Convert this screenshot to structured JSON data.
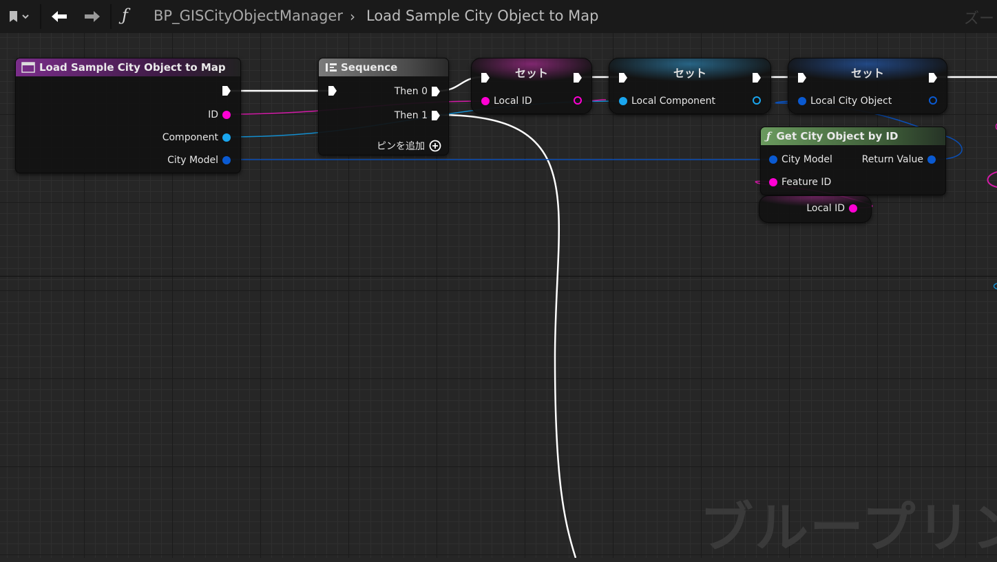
{
  "toolbar": {
    "bookmark_icon": "bookmark-icon",
    "back_icon": "arrow-left-icon",
    "forward_icon": "arrow-right-icon",
    "function_icon_glyph": "ƒ",
    "breadcrumb_parent": "BP_GISCityObjectManager",
    "breadcrumb_separator": "›",
    "breadcrumb_current": "Load Sample City Object to Map",
    "zoom_label": "ズー"
  },
  "watermark": "ブループリン",
  "colors": {
    "exec": "#ffffff",
    "int_pin": "#ff00d4",
    "component_pin": "#1aa6ef",
    "object_pin": "#0a5ad2",
    "entry_header": "#7a2d8a",
    "sequence_header": "#6a6a6a",
    "function_header": "#5f8a55"
  },
  "nodes": {
    "entry": {
      "title": "Load Sample City Object to Map",
      "pins": {
        "id": "ID",
        "component": "Component",
        "city_model": "City Model"
      }
    },
    "sequence": {
      "title": "Sequence",
      "then0": "Then 0",
      "then1": "Then 1",
      "add_pin": "ピンを追加"
    },
    "set_local_id": {
      "title": "セット",
      "pin": "Local ID"
    },
    "set_local_component": {
      "title": "セット",
      "pin": "Local Component"
    },
    "set_local_city_object": {
      "title": "セット",
      "pin": "Local City Object"
    },
    "get_city_object": {
      "icon_glyph": "ƒ",
      "title": "Get City Object by ID",
      "city_model": "City Model",
      "return_value": "Return Value",
      "feature_id": "Feature ID"
    },
    "get_local_id": {
      "pin": "Local ID"
    }
  }
}
